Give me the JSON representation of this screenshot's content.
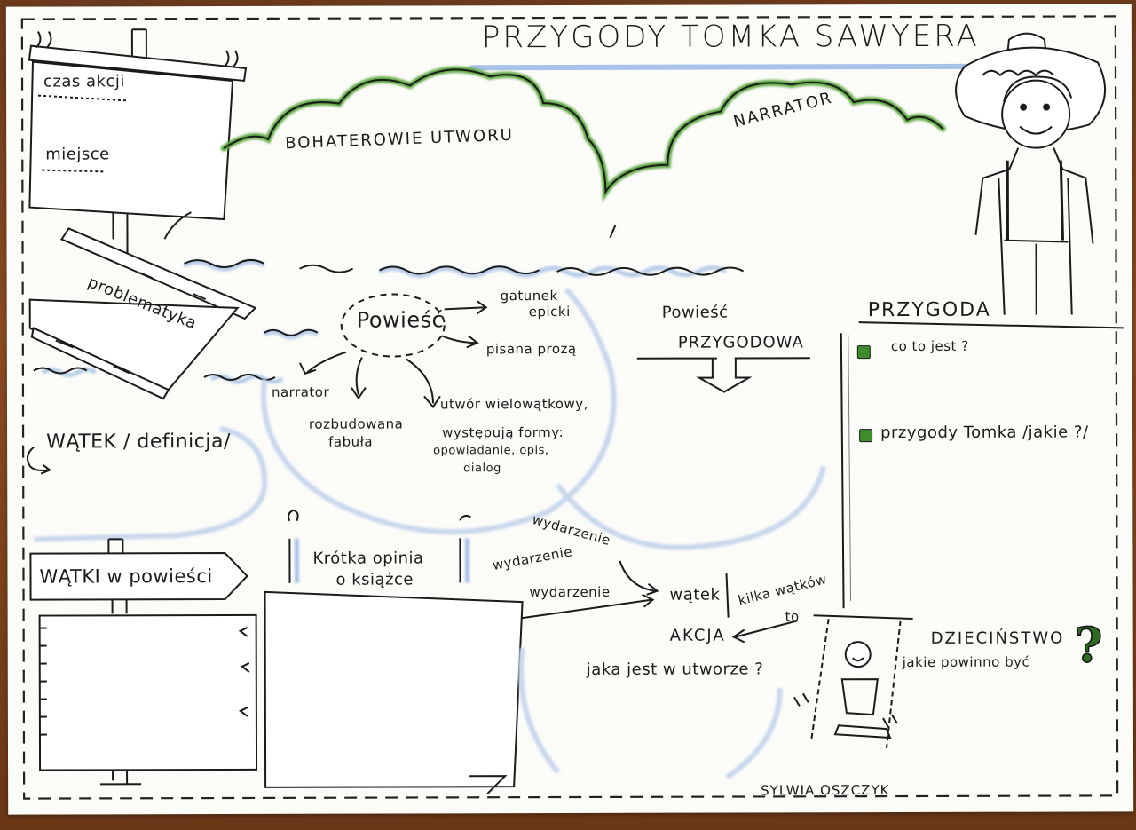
{
  "title": "PRZYGODY TOMKA SAWYERA",
  "board": {
    "czas_akcji": "czas akcji",
    "miejsce": "miejsce",
    "problematyka": "problematyka"
  },
  "clouds": {
    "bohaterowie": "BOHATEROWIE UTWORU",
    "narrator": "NARRATOR"
  },
  "powiesc": {
    "center": "Powieść",
    "gatunek": "gatunek epicki",
    "gatunek_line1": "gatunek",
    "gatunek_line2": "epicki",
    "pisana": "pisana prozą",
    "narrator": "narrator",
    "fabula_line1": "rozbudowana",
    "fabula_line2": "fabuła",
    "wielowatkowy": "utwór wielowątkowy,",
    "formy_line1": "występują formy:",
    "formy_line2": "opowiadanie, opis,",
    "formy_line3": "dialog"
  },
  "przygodowa": {
    "line1": "Powieść",
    "line2": "PRZYGODOWA"
  },
  "przygoda": {
    "title": "PRZYGODA",
    "q1": "co to jest ?",
    "q2": "przygody Tomka /jakie ?/"
  },
  "watek_def": "WĄTEK / definicja/",
  "watki_sign": "WĄTKI w powieści",
  "opinia": {
    "line1": "Krótka opinia",
    "line2": "o książce"
  },
  "akcja": {
    "wydarzenie1": "wydarzenie",
    "wydarzenie2": "wydarzenie",
    "wydarzenie3": "wydarzenie",
    "watek": "wątek",
    "kilka_watkow": "kilka wątków",
    "to": "to",
    "akcja": "AKCJA",
    "jaka": "jaka jest w utworze ?"
  },
  "dziecinstwo": {
    "line1": "DZIECIŃSTWO",
    "line2": "jakie powinno być",
    "qmark": "?"
  },
  "signature": "SYLWIA OSZCZYK",
  "colors": {
    "green": "#3e8c2e",
    "blue": "#a9c3e8",
    "ink": "#1b1b1b"
  }
}
